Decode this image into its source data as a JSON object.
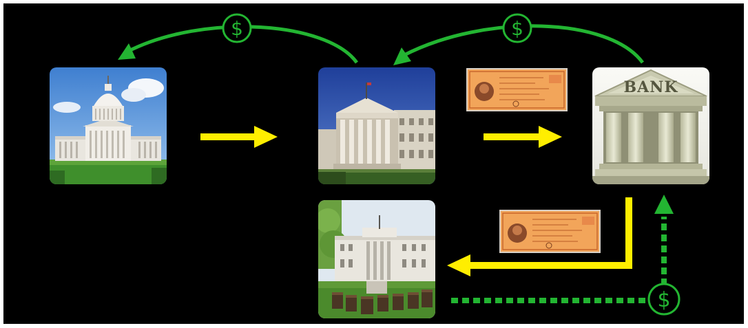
{
  "labels": {
    "bank_sign": "BANK",
    "dollar_symbol": "$"
  },
  "colors": {
    "background": "#000000",
    "money_flow": "#23b532",
    "bond_flow": "#ffee00"
  },
  "icons": {
    "capitol": "us-capitol-building",
    "treasury": "us-treasury-building",
    "bank": "bank-building",
    "federal_reserve": "federal-reserve-building",
    "bond": "savings-bond-certificate",
    "money": "dollar-coin"
  }
}
